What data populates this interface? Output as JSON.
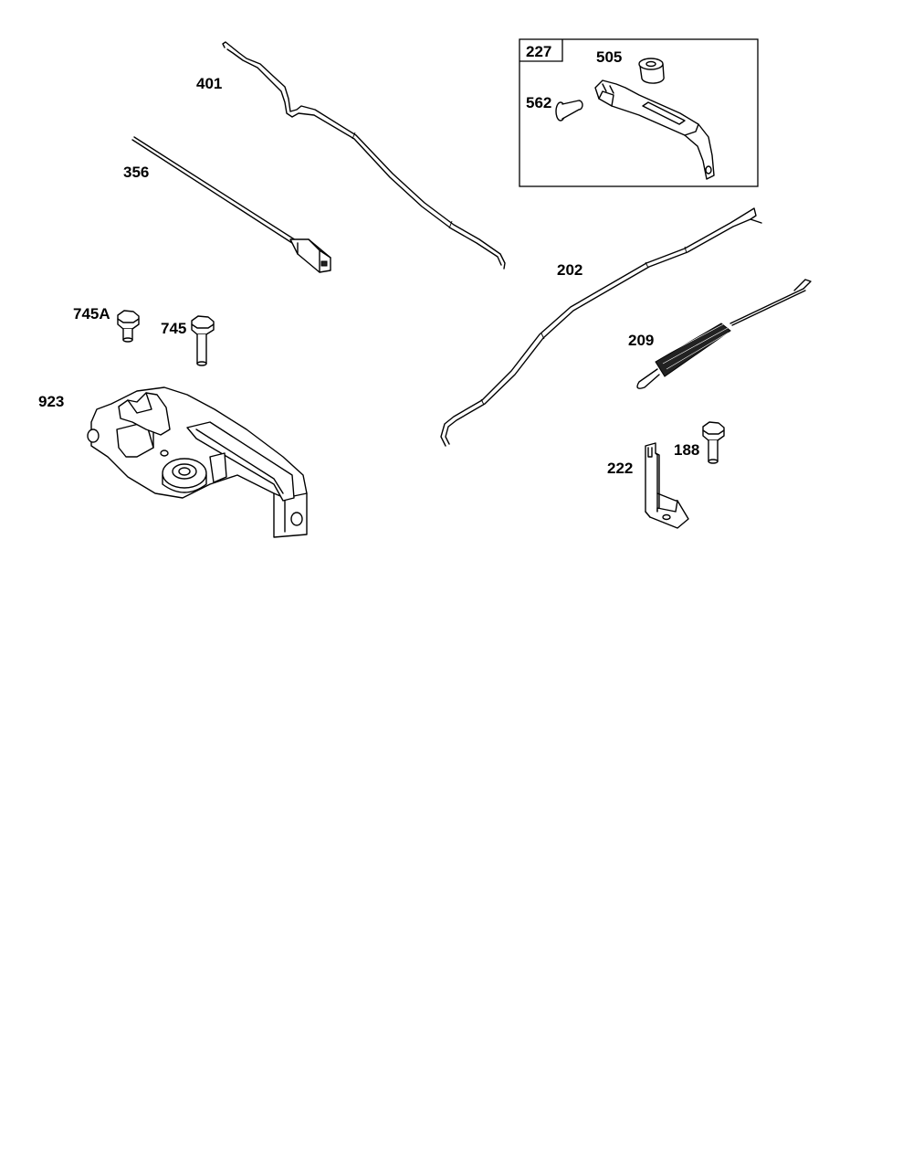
{
  "callouts": {
    "c401": "401",
    "c356": "356",
    "c745a": "745A",
    "c745": "745",
    "c923": "923",
    "c227": "227",
    "c505": "505",
    "c562": "562",
    "c202": "202",
    "c209": "209",
    "c188": "188",
    "c222": "222"
  }
}
